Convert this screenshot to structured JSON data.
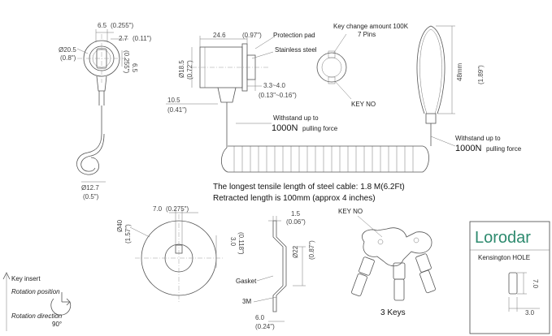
{
  "front": {
    "dim_65": "6.5",
    "dim_65_in": "(0.255\")",
    "dim_27": "2.7",
    "dim_27_in": "(0.11\")",
    "dim_dia205": "Ø20.5",
    "dim_dia205_in": "(0.8\")",
    "dim_65v": "6.5",
    "dim_65v_in": "(0.255\")",
    "dim_dia127": "Ø12.7",
    "dim_dia127_in": "(0.5\")"
  },
  "side": {
    "dim_246": "24.6",
    "dim_246_in": "(0.97\")",
    "protection_pad": "Protection pad",
    "stainless_steel": "Stainless steel",
    "dim_dia185": "Ø18.5",
    "dim_dia185_in": "(0.72\")",
    "dim_105": "10.5",
    "dim_105_in": "(0.41\")",
    "dim_3340": "3.3~4.0",
    "dim_3340_in": "(0.13\"~0.16\")",
    "withstand1": "Withstand up to",
    "force1_value": "1000N",
    "force1_unit": "pulling force"
  },
  "key_face": {
    "key_change": "Key change amount 100K",
    "pins": "7 Pins",
    "key_no": "KEY NO"
  },
  "loop": {
    "dim_48": "48mm",
    "dim_48_in": "(1.89\")",
    "withstand2": "Withstand up to",
    "force2_value": "1000N",
    "force2_unit": "pulling force"
  },
  "cable": {
    "tensile_line": "The longest tensile length of steel cable: 1.8    M(6.2Ft)",
    "retracted_line": "Retracted length is 100mm (approx 4 inches)"
  },
  "plate": {
    "dim_70": "7.0",
    "dim_70_in": "(0.275\")",
    "dim_dia40": "Ø40",
    "dim_dia40_in": "(1.57\")",
    "dim_30": "3.0",
    "dim_30_in": "(0.118\")"
  },
  "section": {
    "dim_15": "1.5",
    "dim_15_in": "(0.06\")",
    "dim_dia22": "Ø22",
    "dim_dia22_in": "(0.87\")",
    "gasket": "Gasket",
    "m3": "3M",
    "dim_60": "6.0",
    "dim_60_in": "(0.24\")"
  },
  "keys": {
    "key_no": "KEY NO",
    "caption": "3 Keys"
  },
  "legend": {
    "key_insert": "Key insert",
    "rotation_position": "Rotation position",
    "rotation_direction": "Rotation direction",
    "angle": "90°"
  },
  "brand": {
    "logo_text": "Lorodar",
    "slot_title": "Kensington HOLE",
    "slot_h": "7.0",
    "slot_w": "3.0",
    "logo_color": "#2d8a6e"
  }
}
